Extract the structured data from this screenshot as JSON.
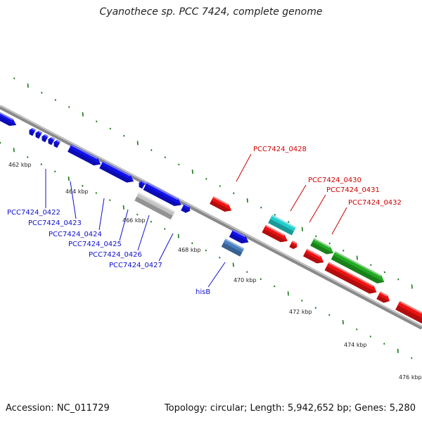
{
  "title": "Cyanothece sp. PCC 7424, complete genome",
  "footer": {
    "accession": "Accession: NC_011729",
    "summary": "Topology: circular; Length: 5,942,652 bp; Genes: 5,280"
  },
  "colors": {
    "background": "#ffffff",
    "backbone": "#8a8a8a",
    "tick": "#1a7a1a",
    "kbp_label": "#222222",
    "blue_gene": "#1010ee",
    "red_gene": "#ee1111",
    "cyan_gene": "#22cccc",
    "green_gene": "#22aa22",
    "gray_gene": "#c4c4c4",
    "steel_gene": "#4a80c0",
    "blue_label": "#1010cc",
    "red_label": "#cc0000"
  },
  "scale": {
    "unit": "kbp",
    "labels": [
      "462 kbp",
      "464 kbp",
      "466 kbp",
      "468 kbp",
      "470 kbp",
      "472 kbp",
      "474 kbp",
      "476 kbp"
    ]
  },
  "gene_labels": {
    "blue": [
      "PCC7424_0422",
      "PCC7424_0423",
      "PCC7424_0424",
      "PCC7424_0425",
      "PCC7424_0426",
      "PCC7424_0427",
      "hisB"
    ],
    "red": [
      "PCC7424_0428",
      "PCC7424_0430",
      "PCC7424_0431",
      "PCC7424_0432"
    ]
  }
}
